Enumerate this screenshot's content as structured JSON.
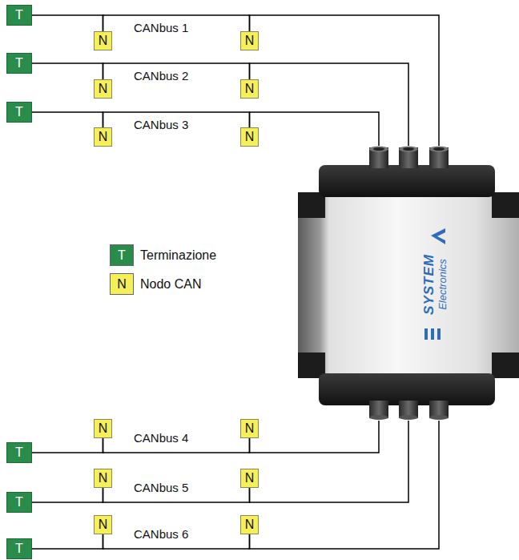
{
  "diagram": {
    "nodes": [
      {
        "text": [
          "T"
        ]
      },
      {
        "text": [
          "N"
        ]
      },
      {
        "text": [
          "N"
        ]
      },
      {
        "text": [
          "T"
        ]
      },
      {
        "text": [
          "N"
        ]
      },
      {
        "text": [
          "N"
        ]
      },
      {
        "text": [
          "T"
        ]
      },
      {
        "text": [
          "N"
        ]
      },
      {
        "text": [
          "N"
        ]
      },
      {
        "text": [
          "SYSTEM",
          "Electronics"
        ]
      },
      {
        "text": [
          "T"
        ]
      },
      {
        "text": [
          "N"
        ]
      },
      {
        "text": [
          "N"
        ]
      },
      {
        "text": [
          "T"
        ]
      },
      {
        "text": [
          "N"
        ]
      },
      {
        "text": [
          "N"
        ]
      },
      {
        "text": [
          "T"
        ]
      },
      {
        "text": [
          "N"
        ]
      },
      {
        "text": [
          "N"
        ]
      }
    ],
    "edges": [
      {
        "from": 0,
        "to": 1,
        "arrow": "none"
      },
      {
        "from": 1,
        "to": 2,
        "arrow": "none"
      },
      {
        "from": 2,
        "to": 9,
        "arrow": "none"
      },
      {
        "from": 3,
        "to": 4,
        "arrow": "none"
      },
      {
        "from": 4,
        "to": 5,
        "arrow": "none"
      },
      {
        "from": 5,
        "to": 9,
        "arrow": "none"
      },
      {
        "from": 6,
        "to": 7,
        "arrow": "none"
      },
      {
        "from": 7,
        "to": 8,
        "arrow": "none"
      },
      {
        "from": 8,
        "to": 9,
        "arrow": "none"
      },
      {
        "from": 10,
        "to": 11,
        "arrow": "none"
      },
      {
        "from": 11,
        "to": 12,
        "arrow": "none"
      },
      {
        "from": 12,
        "to": 9,
        "arrow": "none"
      },
      {
        "from": 13,
        "to": 14,
        "arrow": "none"
      },
      {
        "from": 14,
        "to": 15,
        "arrow": "none"
      },
      {
        "from": 15,
        "to": 9,
        "arrow": "none"
      },
      {
        "from": 16,
        "to": 17,
        "arrow": "none"
      },
      {
        "from": 17,
        "to": 18,
        "arrow": "none"
      },
      {
        "from": 18,
        "to": 9,
        "arrow": "none"
      }
    ],
    "labels": [
      "CANbus 1",
      "CANbus 2",
      "CANbus 3",
      "CANbus 4",
      "CANbus 5",
      "CANbus 6",
      "T",
      "N"
    ],
    "legend": [
      {
        "text": "Terminazione",
        "color": "#2a8c4a"
      },
      {
        "text": "Nodo CAN",
        "color": "#f5f05a"
      }
    ]
  }
}
